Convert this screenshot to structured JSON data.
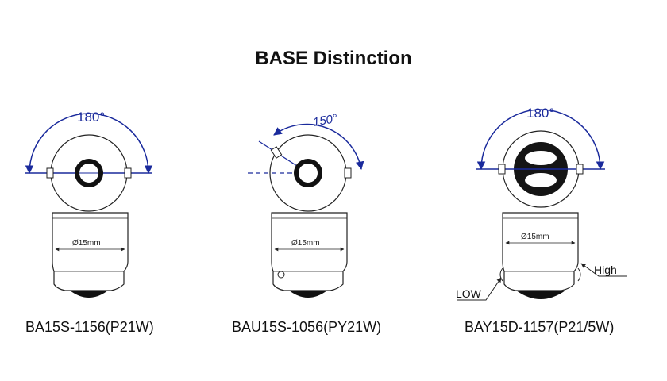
{
  "title": "BASE Distinction",
  "bulbs": [
    {
      "name": "BA15S-1156(P21W)",
      "angle": "180°",
      "diameter": "Ø15mm"
    },
    {
      "name": "BAU15S-1056(PY21W)",
      "angle": "150°",
      "diameter": "Ø15mm"
    },
    {
      "name": "BAY15D-1157(P21/5W)",
      "angle": "180°",
      "diameter": "Ø15mm",
      "low_label": "LOW",
      "high_label": "High"
    }
  ],
  "colors": {
    "arc": "#1a2a9c",
    "line": "#222222",
    "contact": "#111111"
  }
}
